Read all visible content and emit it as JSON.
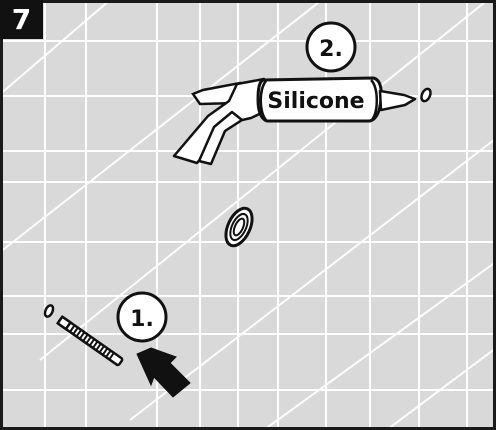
{
  "panel": {
    "step_number": "7",
    "callout_plug": "1.",
    "callout_silicone": "2.",
    "caulk_gun_label": "Silicone"
  },
  "colors": {
    "background": "#d9d9d9",
    "tile_grid": "#ffffff",
    "frame": "#1a1a1a",
    "badge_bg": "#111111",
    "badge_text": "#ffffff",
    "drawing_fill": "#ffffff",
    "drawing_shadow": "#cfcfcf",
    "line": "#111111"
  }
}
